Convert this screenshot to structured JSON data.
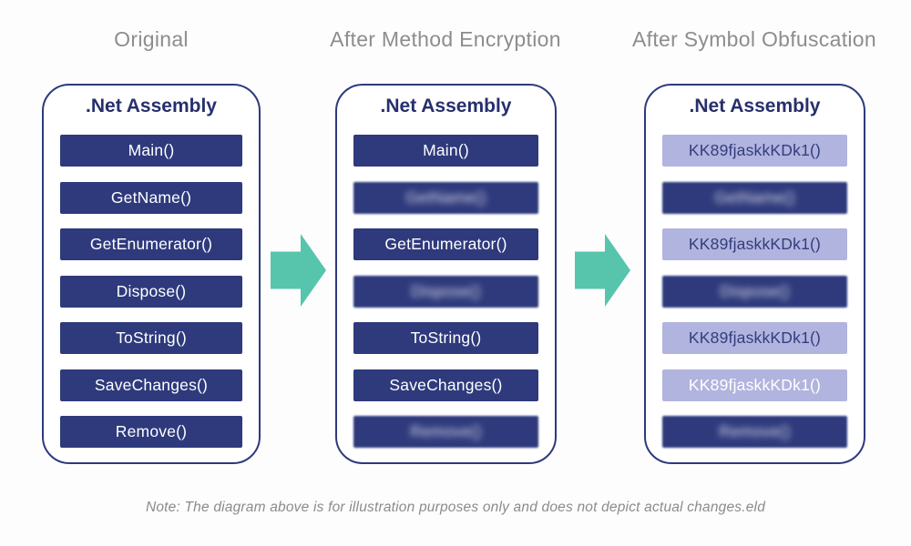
{
  "colors": {
    "navy": "#2e3a7c",
    "title_navy": "#272f6d",
    "lavender": "#b1b4de",
    "teal": "#57c5ac",
    "header_gray": "#8d8d8f",
    "note_gray": "#8b8b8d",
    "card_background": "#ffffff"
  },
  "panels": [
    {
      "header": "Original",
      "card_title": ".Net Assembly",
      "rows": [
        {
          "label": "Main()",
          "style": "normal"
        },
        {
          "label": "GetName()",
          "style": "normal"
        },
        {
          "label": "GetEnumerator()",
          "style": "normal"
        },
        {
          "label": "Dispose()",
          "style": "normal"
        },
        {
          "label": "ToString()",
          "style": "normal"
        },
        {
          "label": "SaveChanges()",
          "style": "normal"
        },
        {
          "label": "Remove()",
          "style": "normal"
        }
      ]
    },
    {
      "header": "After Method Encryption",
      "card_title": ".Net Assembly",
      "rows": [
        {
          "label": "Main()",
          "style": "normal"
        },
        {
          "label": "GetName()",
          "style": "blurred"
        },
        {
          "label": "GetEnumerator()",
          "style": "normal"
        },
        {
          "label": "Dispose()",
          "style": "blurred"
        },
        {
          "label": "ToString()",
          "style": "normal"
        },
        {
          "label": "SaveChanges()",
          "style": "normal"
        },
        {
          "label": "Remove()",
          "style": "blurred"
        }
      ]
    },
    {
      "header": "After Symbol Obfuscation",
      "card_title": ".Net Assembly",
      "rows": [
        {
          "label": "KK89fjaskkKDk1()",
          "style": "obfuscated"
        },
        {
          "label": "GetName()",
          "style": "blurred"
        },
        {
          "label": "KK89fjaskkKDk1()",
          "style": "obfuscated"
        },
        {
          "label": "Dispose()",
          "style": "blurred"
        },
        {
          "label": "KK89fjaskkKDk1()",
          "style": "obfuscated"
        },
        {
          "label": "KK89fjaskkKDk1()",
          "style": "obfuscated-white"
        },
        {
          "label": "Remove()",
          "style": "blurred"
        }
      ]
    }
  ],
  "arrows": [
    {
      "icon": "right-arrow"
    },
    {
      "icon": "right-arrow"
    }
  ],
  "note": "Note: The diagram above is for illustration purposes only and does not depict actual changes.eld"
}
